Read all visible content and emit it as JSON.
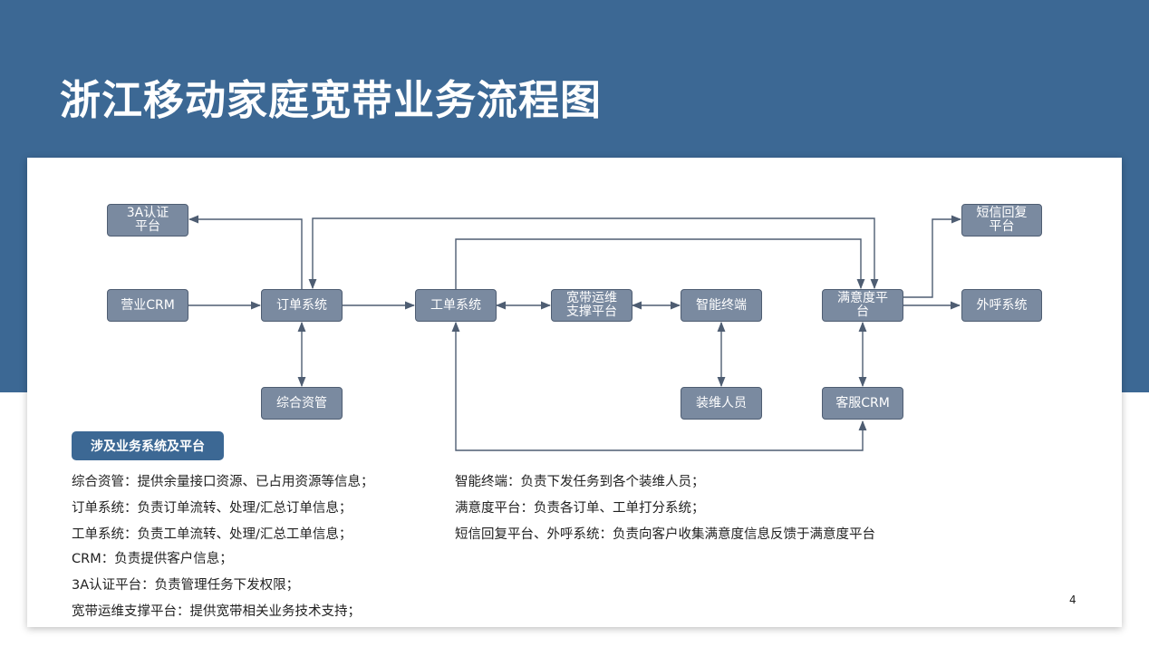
{
  "title": "浙江移动家庭宽带业务流程图",
  "colors": {
    "header_bg": "#3c6894",
    "node_fill": "#7a8aa0",
    "node_border": "#4e5d72",
    "edge": "#4e5d72"
  },
  "nodes": {
    "auth_3a": "3A认证平台",
    "sales_crm": "营业CRM",
    "order_system": "订单系统",
    "resource_mgmt": "综合资管",
    "work_order_system": "工单系统",
    "broadband_ops": "宽带运维支撑平台",
    "smart_terminal": "智能终端",
    "installer": "装维人员",
    "satisfaction_platform": "满意度平台",
    "sms_reply": "短信回复平台",
    "outbound_call": "外呼系统",
    "service_crm": "客服CRM"
  },
  "badge": "涉及业务系统及平台",
  "descriptions_left": [
    "综合资管：提供余量接口资源、已占用资源等信息；",
    "订单系统：负责订单流转、处理/汇总订单信息；",
    "工单系统：负责工单流转、处理/汇总工单信息；",
    "CRM：负责提供客户信息；",
    "3A认证平台：负责管理任务下发权限；",
    "宽带运维支撑平台：提供宽带相关业务技术支持；"
  ],
  "descriptions_right": [
    "智能终端：负责下发任务到各个装维人员；",
    "满意度平台：负责各订单、工单打分系统；",
    "短信回复平台、外呼系统：负责向客户收集满意度信息反馈于满意度平台"
  ],
  "page_number": "4"
}
